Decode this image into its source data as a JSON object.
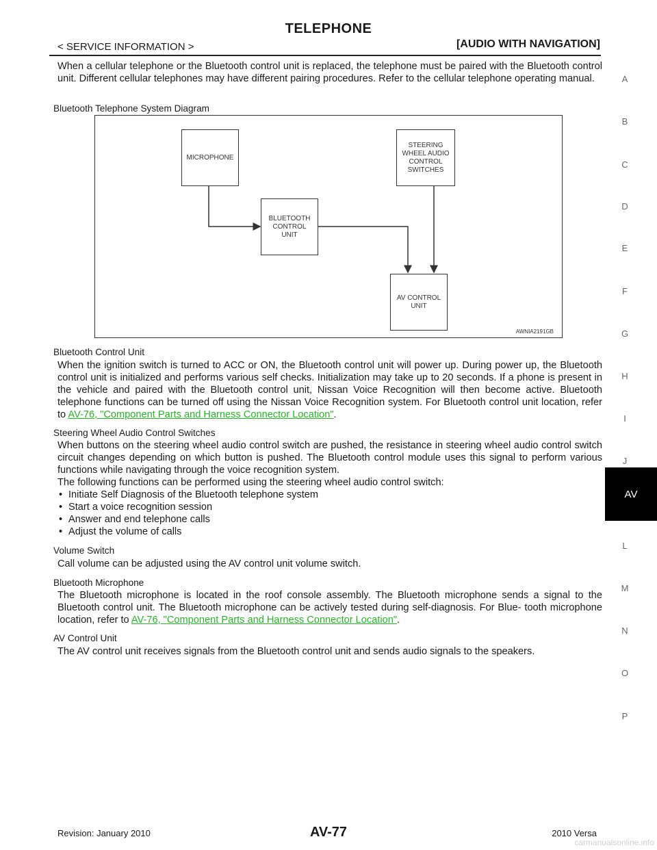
{
  "header": {
    "title": "TELEPHONE",
    "service_info": "< SERVICE INFORMATION >",
    "section": "[AUDIO WITH NAVIGATION]"
  },
  "intro": "When a cellular telephone or the Bluetooth control unit is replaced, the telephone must be paired with the Bluetooth control unit. Different cellular telephones may have different pairing procedures. Refer to the cellular telephone operating manual.",
  "diagram": {
    "caption": "Bluetooth Telephone System Diagram",
    "boxes": {
      "microphone": "MICROPHONE",
      "steering": "STEERING WHEEL AUDIO CONTROL SWITCHES",
      "bluetooth": "BLUETOOTH CONTROL UNIT",
      "av": "AV CONTROL UNIT"
    },
    "id": "AWNIA2191GB"
  },
  "sections": {
    "bt_unit": {
      "heading": "Bluetooth Control Unit",
      "body": "When the ignition switch is turned to ACC or ON, the Bluetooth control unit will power up. During power up, the Bluetooth control unit is initialized and performs various self checks. Initialization may take up to 20 seconds. If a phone is present in the vehicle and paired with the Bluetooth control unit, Nissan Voice Recognition will then become active. Bluetooth telephone functions can be turned off using the Nissan Voice Recognition system.",
      "ref_prefix": "For Bluetooth control unit location, refer to ",
      "ref_link": "AV-76, \"Component Parts and Harness Connector Location\"",
      "ref_suffix": "."
    },
    "steering": {
      "heading": "Steering Wheel Audio Control Switches",
      "body": "When buttons on the steering wheel audio control switch are pushed, the resistance in steering wheel audio control switch circuit changes depending on which button is pushed. The Bluetooth control module uses this signal to perform various functions while navigating through the voice recognition system.",
      "list_intro": "The following functions can be performed using the steering wheel audio control switch:",
      "bullets": [
        "Initiate Self Diagnosis of the Bluetooth telephone system",
        "Start a voice recognition session",
        "Answer and end telephone calls",
        "Adjust the volume of calls"
      ]
    },
    "volume": {
      "heading": "Volume Switch",
      "body": "Call volume can be adjusted using the AV control unit volume switch."
    },
    "mic": {
      "heading": "Bluetooth Microphone",
      "body": "The Bluetooth microphone is located in the roof console assembly. The Bluetooth microphone sends a signal to the Bluetooth control unit. The Bluetooth microphone can be actively tested during self-diagnosis. For Blue-",
      "ref_prefix": "tooth microphone location, refer to ",
      "ref_link": "AV-76, \"Component Parts and Harness Connector Location\"",
      "ref_suffix": "."
    },
    "av_unit": {
      "heading": "AV Control Unit",
      "body": "The AV control unit receives signals from the Bluetooth control unit and sends audio signals to the speakers."
    }
  },
  "side_tabs": [
    "A",
    "B",
    "C",
    "D",
    "E",
    "F",
    "G",
    "H",
    "I",
    "J",
    "AV",
    "L",
    "M",
    "N",
    "O",
    "P"
  ],
  "footer": {
    "revision": "Revision: January 2010",
    "page": "AV-77",
    "model": "2010 Versa"
  },
  "watermark": "carmanualsonline.info"
}
